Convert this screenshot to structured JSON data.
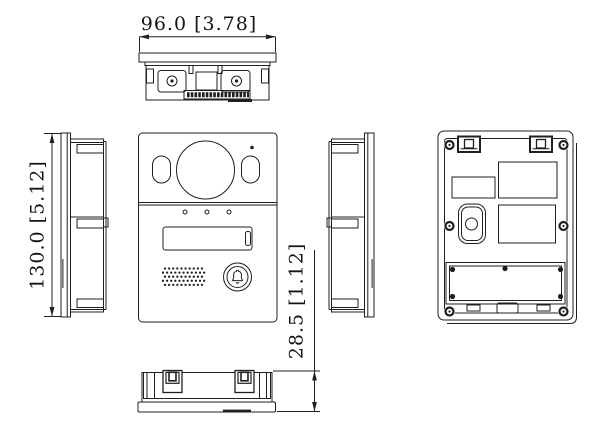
{
  "colors": {
    "background": "#ffffff",
    "line": "#1f1f1f"
  },
  "dimensions": {
    "width": {
      "label": "96.0 [3.78]",
      "mm": "96.0",
      "inches": "3.78"
    },
    "height": {
      "label": "130.0 [5.12]",
      "mm": "130.0",
      "inches": "5.12"
    },
    "depth": {
      "label": "28.5 [1.12]",
      "mm": "28.5",
      "inches": "1.12"
    }
  },
  "icons": {
    "call_button": "bell-icon"
  }
}
